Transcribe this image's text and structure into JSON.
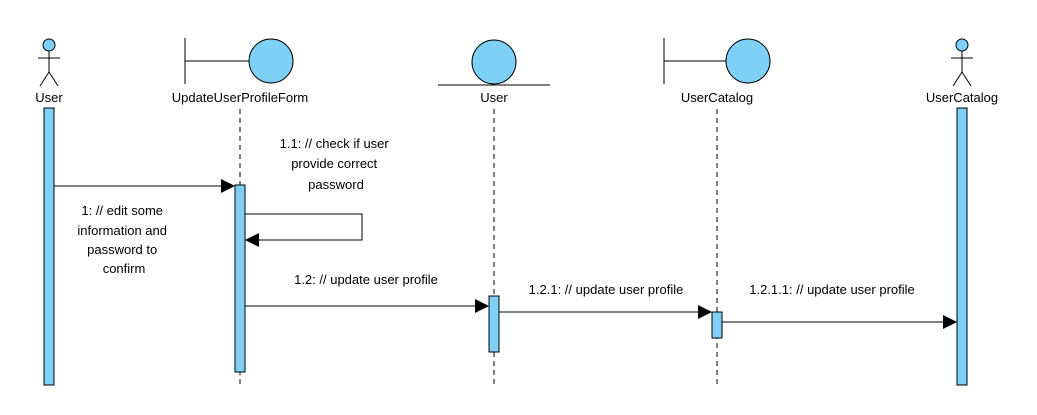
{
  "colors": {
    "fill": "#7fd0f6",
    "stroke": "#000000",
    "background": "#ffffff"
  },
  "lifelines": [
    {
      "label": "User",
      "kind": "actor"
    },
    {
      "label": "UpdateUserProfileForm",
      "kind": "boundary"
    },
    {
      "label": "User",
      "kind": "entity"
    },
    {
      "label": "UserCatalog",
      "kind": "boundary"
    },
    {
      "label": "UserCatalog",
      "kind": "actor"
    }
  ],
  "messages": [
    {
      "label": [
        "1: // edit some",
        "information and",
        "password to",
        "confirm"
      ],
      "from": 0,
      "to": 1
    },
    {
      "label": [
        "1.1: // check if user",
        "provide correct",
        "password"
      ],
      "from": 1,
      "to": 1,
      "self": true
    },
    {
      "label": [
        "1.2: // update user profile"
      ],
      "from": 1,
      "to": 2
    },
    {
      "label": [
        "1.2.1: // update user profile"
      ],
      "from": 2,
      "to": 3
    },
    {
      "label": [
        "1.2.1.1: // update user profile"
      ],
      "from": 3,
      "to": 4
    }
  ]
}
